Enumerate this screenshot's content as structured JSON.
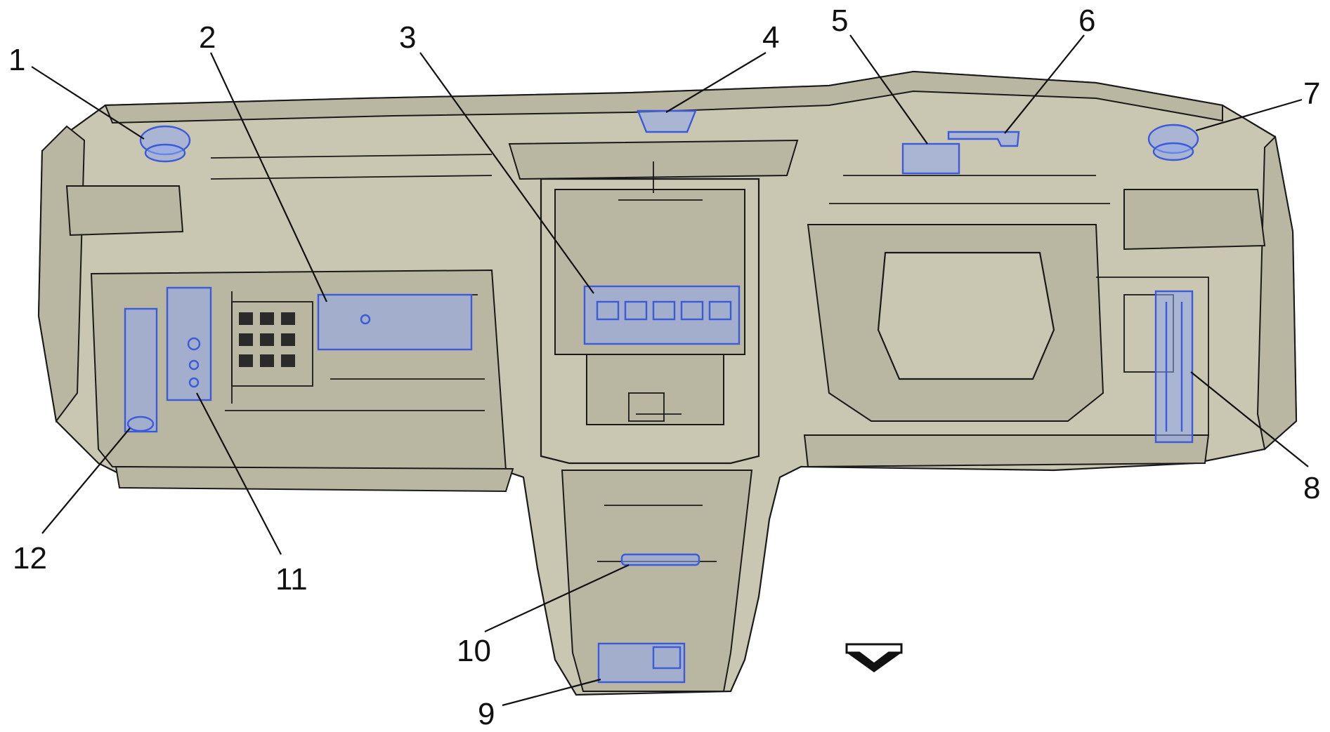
{
  "palette": {
    "body_fill": "#c9c6b2",
    "body_shade": "#b9b6a2",
    "outline": "#1a1a1a",
    "highlight_stroke": "#3b5bd8",
    "highlight_fill": "#8fa7ee",
    "label_color": "#111111",
    "background": "#ffffff"
  },
  "callouts": [
    {
      "id": "1",
      "label": "1"
    },
    {
      "id": "2",
      "label": "2"
    },
    {
      "id": "3",
      "label": "3"
    },
    {
      "id": "4",
      "label": "4"
    },
    {
      "id": "5",
      "label": "5"
    },
    {
      "id": "6",
      "label": "6"
    },
    {
      "id": "7",
      "label": "7"
    },
    {
      "id": "8",
      "label": "8"
    },
    {
      "id": "9",
      "label": "9"
    },
    {
      "id": "10",
      "label": "10"
    },
    {
      "id": "11",
      "label": "11"
    },
    {
      "id": "12",
      "label": "12"
    }
  ],
  "direction_arrow": {
    "icon": "forward-direction-arrow-icon"
  }
}
